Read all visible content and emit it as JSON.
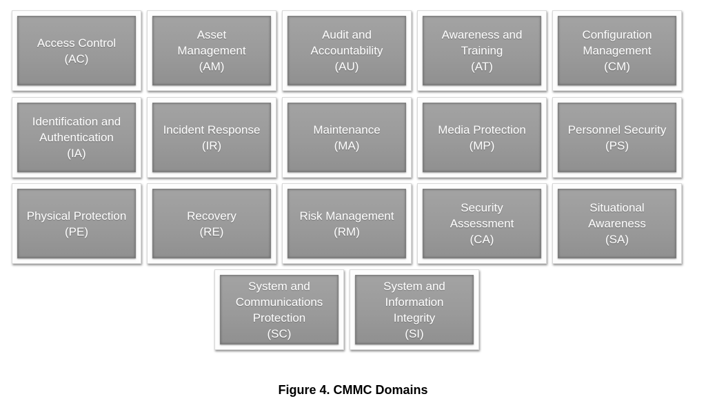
{
  "diagram": {
    "domains": [
      {
        "name": "Access Control",
        "abbr": "(AC)",
        "label": "Access Control\n(AC)"
      },
      {
        "name": "Asset Management",
        "abbr": "(AM)",
        "label": "Asset\nManagement\n(AM)"
      },
      {
        "name": "Audit and Accountability",
        "abbr": "(AU)",
        "label": "Audit and\nAccountability\n(AU)"
      },
      {
        "name": "Awareness and Training",
        "abbr": "(AT)",
        "label": "Awareness and\nTraining\n(AT)"
      },
      {
        "name": "Configuration Management",
        "abbr": "(CM)",
        "label": "Configuration\nManagement\n(CM)"
      },
      {
        "name": "Identification and Authentication",
        "abbr": "(IA)",
        "label": "Identification and\nAuthentication\n(IA)"
      },
      {
        "name": "Incident Response",
        "abbr": "(IR)",
        "label": "Incident Response\n(IR)"
      },
      {
        "name": "Maintenance",
        "abbr": "(MA)",
        "label": "Maintenance\n(MA)"
      },
      {
        "name": "Media Protection",
        "abbr": "(MP)",
        "label": "Media Protection\n(MP)"
      },
      {
        "name": "Personnel Security",
        "abbr": "(PS)",
        "label": "Personnel Security\n(PS)"
      },
      {
        "name": "Physical Protection",
        "abbr": "(PE)",
        "label": "Physical Protection\n(PE)"
      },
      {
        "name": "Recovery",
        "abbr": "(RE)",
        "label": "Recovery\n(RE)"
      },
      {
        "name": "Risk Management",
        "abbr": "(RM)",
        "label": "Risk Management\n(RM)"
      },
      {
        "name": "Security Assessment",
        "abbr": "(CA)",
        "label": "Security\nAssessment\n(CA)"
      },
      {
        "name": "Situational Awareness",
        "abbr": "(SA)",
        "label": "Situational\nAwareness\n(SA)"
      },
      {
        "name": "System and Communications Protection",
        "abbr": "(SC)",
        "label": "System and\nCommunications\nProtection\n(SC)"
      },
      {
        "name": "System and Information Integrity",
        "abbr": "(SI)",
        "label": "System and\nInformation\nIntegrity\n(SI)"
      }
    ]
  },
  "caption": "Figure 4. CMMC Domains",
  "colors": {
    "tile_fill": "#9a9a9a",
    "tile_border": "#7e7e7e",
    "tile_frame": "#fdfdfd",
    "label_text": "#ffffff"
  }
}
